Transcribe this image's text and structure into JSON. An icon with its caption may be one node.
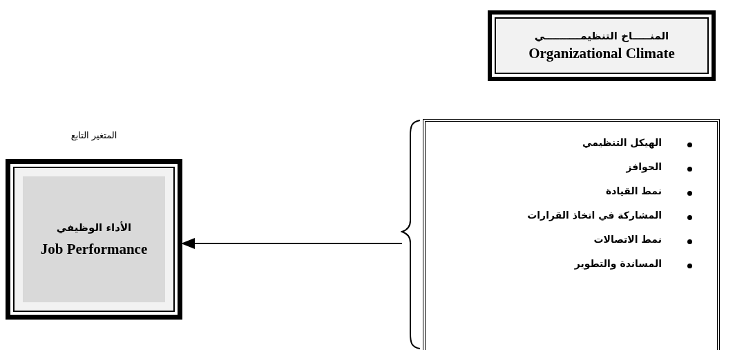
{
  "diagram": {
    "nodes": [
      {
        "text": [
          "المنـــــاخ التنظيمــــــــــي",
          "Organizational Climate"
        ]
      },
      {
        "text": [
          "الأداء الوظيفي",
          "Job Performance"
        ],
        "beside": [
          "المتغير التابع"
        ]
      },
      {
        "text": [
          "الهيكل التنظيمي",
          "الحوافز",
          "نمط القيادة",
          "المشاركة في اتخاذ القرارات",
          "نمط الاتصالات",
          "المساندة والتطوير"
        ]
      }
    ],
    "edges": [
      {
        "from": 2,
        "to": 1,
        "arrow": "to"
      }
    ]
  }
}
